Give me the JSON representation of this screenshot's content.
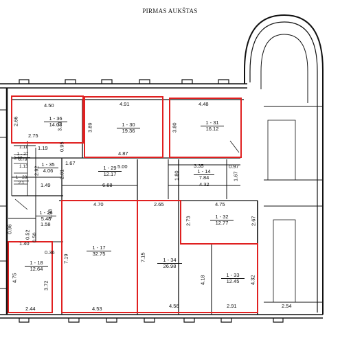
{
  "title": "PIRMAS AUKŠTAS",
  "highlight_color": "#e02020",
  "rooms": [
    {
      "id": "1 - 36",
      "area": "14.08"
    },
    {
      "id": "1 - 30",
      "area": "19.36"
    },
    {
      "id": "1 - 31",
      "area": "16.12"
    },
    {
      "id": "1 - 35",
      "area": "4.06"
    },
    {
      "id": "1 - 29",
      "area": "12.17"
    },
    {
      "id": "1 - 14",
      "area": "7.84"
    },
    {
      "id": "1 - 26",
      "area": "5.48"
    },
    {
      "id": "1 - 32",
      "area": "12.77"
    },
    {
      "id": "1 - 17",
      "area": "32.75"
    },
    {
      "id": "1 - 34",
      "area": "26.98"
    },
    {
      "id": "1 - 18",
      "area": "12.64"
    },
    {
      "id": "1 - 33",
      "area": "12.45"
    },
    {
      "id": "1 - 27",
      "area": "0.79"
    },
    {
      "id": "1 - 28",
      "area": "2.1"
    }
  ],
  "dims": [
    "4.50",
    "2.66",
    "3.71",
    "2.75",
    "0.95",
    "4.91",
    "3.89",
    "4.87",
    "4.48",
    "3.80",
    "1.19",
    "1.11",
    "1.60",
    "1.13",
    "2.01",
    "1.67",
    "1.49",
    "5.00",
    "6.68",
    "3.35",
    "0.97",
    "1.80",
    "1.67",
    "4.32",
    "2.92",
    "1.93",
    "1.58",
    "0.96",
    "0.52",
    "0.50",
    "1.40",
    "0.36",
    "4.75",
    "3.72",
    "2.44",
    "4.70",
    "7.19",
    "4.53",
    "2.65",
    "7.15",
    "4.18",
    "4.56",
    "4.75",
    "2.73",
    "2.67",
    "4.32",
    "2.91",
    "2.54"
  ]
}
